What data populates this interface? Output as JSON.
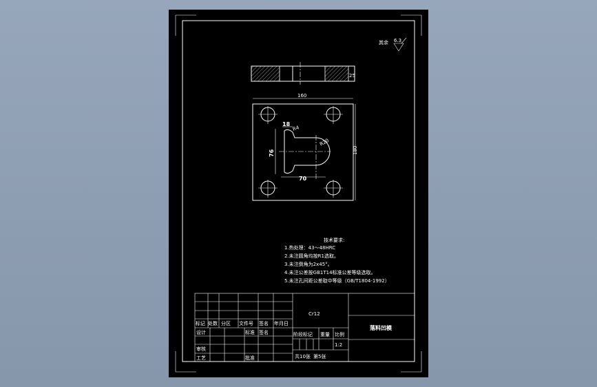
{
  "roughness": {
    "label": "其余",
    "value": "6.3"
  },
  "dimensions": {
    "width": "160",
    "height": "180",
    "thickness": "25",
    "slot_width": "18",
    "radius_small": "R4",
    "radius_large": "R20",
    "depth": "76",
    "length": "70"
  },
  "tech_requirements": {
    "title": "技术要求:",
    "items": [
      "1.热处理：43～48HRC",
      "2.未注圆角均按R1选取。",
      "3.未注倒角为2x45°。",
      "4.未注公差按GB1T14标准公差等级选取。",
      "5.未注孔间距公差取中等级（GB/T1804-1992）"
    ]
  },
  "title_block": {
    "material": "Cr12",
    "part_name": "落料凹模",
    "headers": [
      "标记",
      "处数",
      "分区",
      "文件号",
      "签名",
      "年月日"
    ],
    "design": "设计",
    "standardize": "标准",
    "sign": "签名",
    "review": "审核",
    "process": "工艺",
    "approve": "批准",
    "stage_mark": "阶段标记",
    "weight": "重量",
    "scale_label": "比例",
    "scale": "1:2",
    "sheets_total": "共10张",
    "sheet_no": "第5张"
  }
}
